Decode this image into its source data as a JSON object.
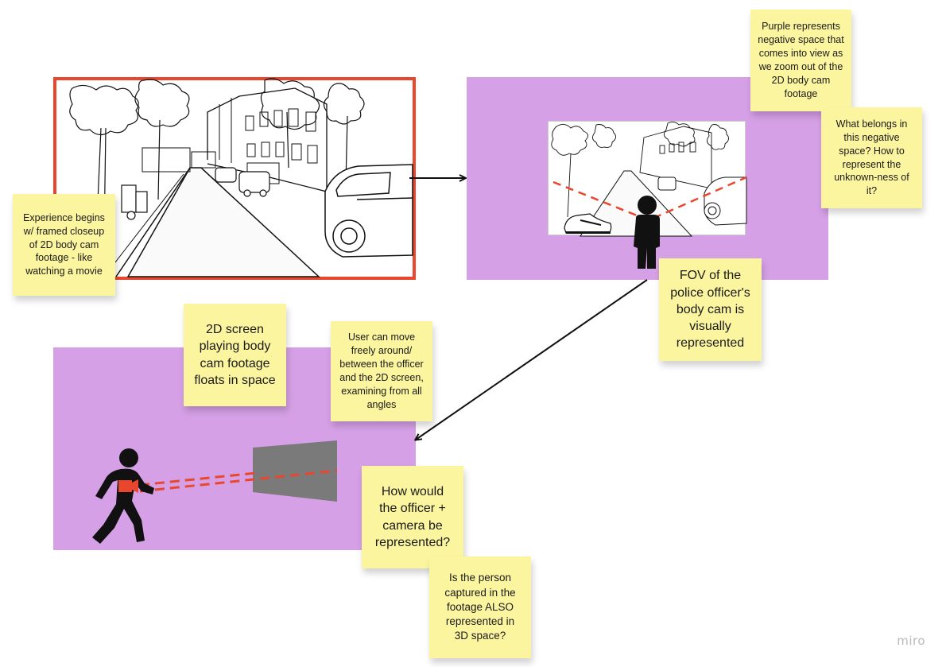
{
  "notes": {
    "experience_begins": "Experience begins w/ framed closeup of 2D body cam footage - like watching a movie",
    "purple_represents": "Purple represents negative space that comes into view as we zoom out of the 2D body cam footage",
    "what_belongs": "What belongs in this negative space? How to represent the unknown-ness of it?",
    "fov": "FOV of the police officer's body cam is visually represented",
    "screen_floats": "2D screen playing body cam footage floats in space",
    "user_moves": "User can move freely around/ between the officer and the 2D screen, examining from all angles",
    "how_officer": "How would the officer + camera be represented?",
    "person_captured": "Is the person captured in the footage ALSO represented in 3D space?"
  },
  "colors": {
    "sticky": "#fcf59f",
    "negative_space": "#d6a0e6",
    "frame": "#e8472e",
    "fov_line": "#e8472e",
    "figure": "#111111"
  },
  "icons": [
    "street-sketch-image",
    "standing-person-icon",
    "walking-officer-icon",
    "body-camera-icon",
    "sneaker-icon",
    "floating-screen-shape"
  ],
  "brand": {
    "logo_text": "miro"
  }
}
